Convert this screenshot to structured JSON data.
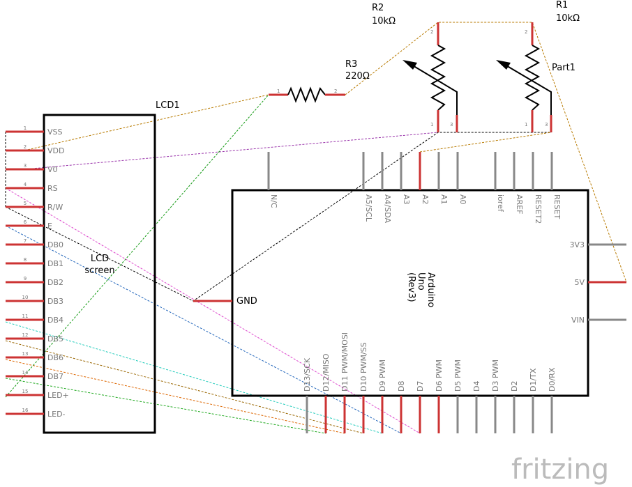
{
  "lcd": {
    "ref": "LCD1",
    "title_line1": "LCD",
    "title_line2": "screen",
    "pins": [
      {
        "num": "1",
        "name": "VSS"
      },
      {
        "num": "2",
        "name": "VDD"
      },
      {
        "num": "3",
        "name": "V0"
      },
      {
        "num": "4",
        "name": "RS"
      },
      {
        "num": "5",
        "name": "R/W"
      },
      {
        "num": "6",
        "name": "E"
      },
      {
        "num": "7",
        "name": "DB0"
      },
      {
        "num": "8",
        "name": "DB1"
      },
      {
        "num": "9",
        "name": "DB2"
      },
      {
        "num": "10",
        "name": "DB3"
      },
      {
        "num": "11",
        "name": "DB4"
      },
      {
        "num": "12",
        "name": "DB5"
      },
      {
        "num": "13",
        "name": "DB6"
      },
      {
        "num": "14",
        "name": "DB7"
      },
      {
        "num": "15",
        "name": "LED+"
      },
      {
        "num": "16",
        "name": "LED-"
      }
    ]
  },
  "arduino": {
    "title_lines": [
      "Arduino",
      "Uno",
      "(Rev3)"
    ],
    "top_pins": [
      "N/C",
      "A5/SCL",
      "A4/SDA",
      "A3",
      "A2",
      "A1",
      "A0",
      "ioref",
      "AREF",
      "RESET2",
      "RESET"
    ],
    "bottom_pins": [
      "D13/SCK",
      "D12/MISO",
      "D11 PWM/MOSI",
      "D10 PWM/SS",
      "D9 PWM",
      "D8",
      "D7",
      "D6 PWM",
      "D5 PWM",
      "D4",
      "D3 PWM",
      "D2",
      "D1/TX",
      "D0/RX"
    ],
    "right_pins": [
      "3V3",
      "5V",
      "VIN"
    ],
    "gnd_label": "GND"
  },
  "resistors": {
    "r3": {
      "ref": "R3",
      "value": "220Ω",
      "pin1": "1",
      "pin2": "2"
    },
    "r2": {
      "ref": "R2",
      "value": "10kΩ"
    },
    "r1": {
      "ref": "R1",
      "value": "10kΩ",
      "part": "Part1"
    },
    "pin_1": "1",
    "pin_2": "2",
    "pin_3": "3"
  },
  "brand": "fritzing",
  "colors": {
    "pin_active": "#cc3333",
    "pin_idle": "#888888",
    "body": "#000000",
    "wire_vdd": "#b87a00",
    "wire_v0": "#9933aa",
    "wire_rs": "#dd44cc",
    "wire_rw": "#000000",
    "wire_e": "#2266bb",
    "wire_db4": "#22ccbb",
    "wire_db5": "#996600",
    "wire_db6": "#dd6600",
    "wire_db7": "#22aa22",
    "wire_led": "#119911",
    "wire_pot": "#b87a00"
  }
}
